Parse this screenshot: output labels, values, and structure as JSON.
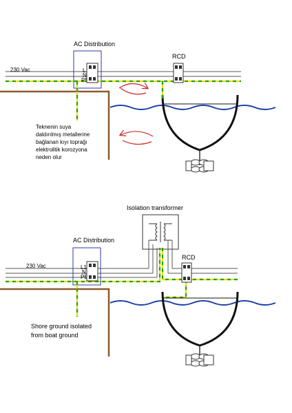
{
  "top": {
    "distribution_label": "AC Distribution",
    "voltage_label": "230 Vac",
    "rcd_label": "RCD",
    "terminal_labels": [
      "L",
      "N",
      "PE"
    ],
    "note_lines": [
      "Teknenin suya",
      "daldırılmış metallerine",
      "bağlanan kıyı toprağı",
      "elektrolitik korozyona",
      "neden olur"
    ]
  },
  "bottom": {
    "transformer_label": "Isolation transformer",
    "distribution_label": "AC Distribution",
    "voltage_label": "230 Vac",
    "rcd_label": "RCD",
    "terminal_labels": [
      "L1",
      "N",
      "PE"
    ],
    "note_lines": [
      "Shore ground isolated",
      "from boat ground"
    ]
  },
  "colors": {
    "ground_wire_yellow": "#e8e000",
    "ground_wire_green": "#22a020",
    "water": "#1a3fa8",
    "shore": "#8b5a2b",
    "arrow": "#cc2222",
    "box_outline": "#2c3aa0"
  }
}
